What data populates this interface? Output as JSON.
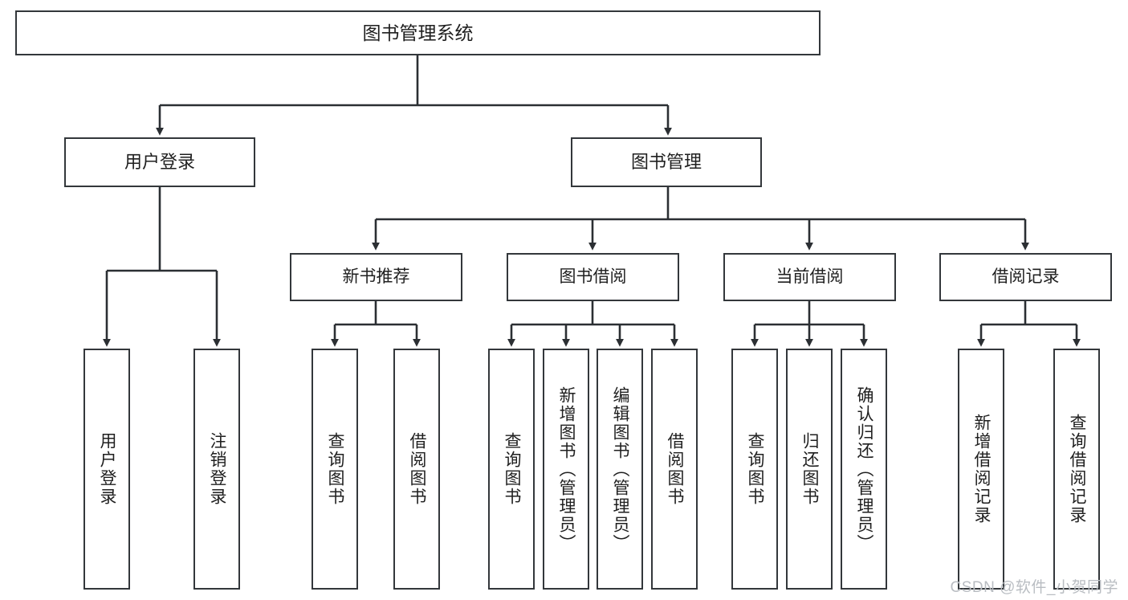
{
  "diagram": {
    "title": "图书管理系统",
    "type": "hierarchy-tree",
    "orientation": "top-down",
    "root": {
      "id": "root",
      "label": "图书管理系统",
      "level": 0
    },
    "level1": [
      {
        "id": "user-login",
        "label": "用户登录",
        "level": 1
      },
      {
        "id": "book-management",
        "label": "图书管理",
        "level": 1
      }
    ],
    "level2": [
      {
        "id": "new-book-recommend",
        "label": "新书推荐",
        "level": 2,
        "parent": "book-management"
      },
      {
        "id": "book-borrow",
        "label": "图书借阅",
        "level": 2,
        "parent": "book-management"
      },
      {
        "id": "current-borrow",
        "label": "当前借阅",
        "level": 2,
        "parent": "book-management"
      },
      {
        "id": "borrow-record",
        "label": "借阅记录",
        "level": 2,
        "parent": "book-management"
      }
    ],
    "leaves": [
      {
        "id": "leaf-user-login",
        "label": "用户登录",
        "parent": "user-login"
      },
      {
        "id": "leaf-logout",
        "label": "注销登录",
        "parent": "user-login"
      },
      {
        "id": "leaf-query-book-1",
        "label": "查询图书",
        "parent": "new-book-recommend"
      },
      {
        "id": "leaf-borrow-book-1",
        "label": "借阅图书",
        "parent": "new-book-recommend"
      },
      {
        "id": "leaf-query-book-2",
        "label": "查询图书",
        "parent": "book-borrow"
      },
      {
        "id": "leaf-add-book",
        "label": "新增图书（管理员）",
        "parent": "book-borrow"
      },
      {
        "id": "leaf-edit-book",
        "label": "编辑图书（管理员）",
        "parent": "book-borrow"
      },
      {
        "id": "leaf-borrow-book-2",
        "label": "借阅图书",
        "parent": "book-borrow"
      },
      {
        "id": "leaf-query-book-3",
        "label": "查询图书",
        "parent": "current-borrow"
      },
      {
        "id": "leaf-return-book",
        "label": "归还图书",
        "parent": "current-borrow"
      },
      {
        "id": "leaf-confirm-return",
        "label": "确认归还（管理员）",
        "parent": "current-borrow"
      },
      {
        "id": "leaf-add-record",
        "label": "新增借阅记录",
        "parent": "borrow-record"
      },
      {
        "id": "leaf-query-record",
        "label": "查询借阅记录",
        "parent": "borrow-record"
      }
    ]
  },
  "watermark": {
    "text": "CSDN @软件_小贺同学"
  },
  "colors": {
    "box_border": "#33373b",
    "box_fill": "#ffffff",
    "connector": "#2b2f33",
    "text": "#1f1f1f",
    "watermark": "#b9bdc2",
    "background": "#ffffff"
  }
}
